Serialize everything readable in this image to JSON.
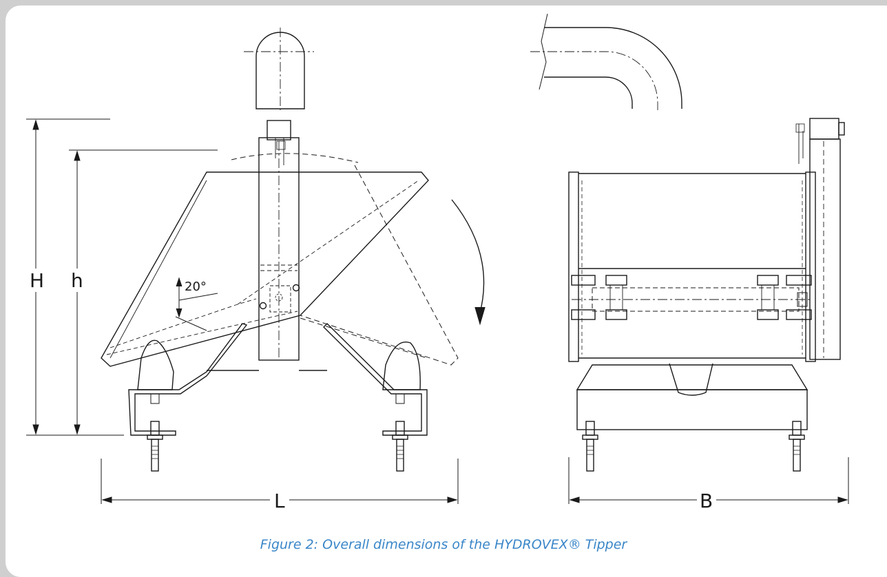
{
  "figure": {
    "caption": "Figure 2: Overall dimensions of the HYDROVEX® Tipper",
    "colors": {
      "caption": "#3a86c8",
      "line": "#1a1a1a",
      "frame": "#cfcfcf"
    }
  },
  "front_view": {
    "label_overall_height": "H",
    "label_height": "h",
    "label_length": "L",
    "angle_label": "20°"
  },
  "side_view": {
    "label_width": "B"
  }
}
